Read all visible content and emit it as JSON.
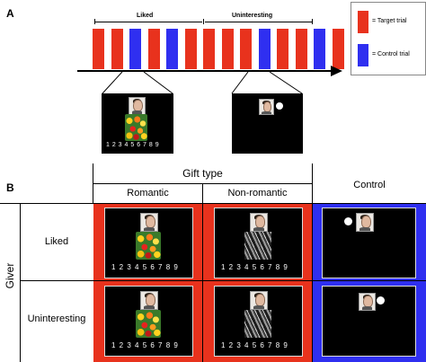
{
  "panel_a": {
    "label": "A",
    "top_labels": {
      "liked": "Liked",
      "uninteresting": "Uninteresting"
    },
    "trial_sequence": [
      "target",
      "target",
      "control",
      "target",
      "control",
      "target",
      "target",
      "target",
      "target",
      "control",
      "target",
      "target",
      "control",
      "target"
    ],
    "legend": {
      "target_text": "= Target trial",
      "control_text": "= Control trial",
      "target_color": "#e8321d",
      "control_color": "#2f2ff0"
    },
    "example_rating_scale": "1 2 3 4 5 6 7 8 9"
  },
  "panel_b": {
    "label": "B",
    "header_gift_type": "Gift type",
    "col_romantic": "Romantic",
    "col_nonromantic": "Non-romantic",
    "col_control": "Control",
    "row_header_giver": "Giver",
    "row_liked": "Liked",
    "row_uninteresting": "Uninteresting",
    "rating_scale": "1 2 3 4 5 6 7 8 9",
    "colors": {
      "target_bg": "#e8321d",
      "control_bg": "#2f2ff0"
    }
  }
}
